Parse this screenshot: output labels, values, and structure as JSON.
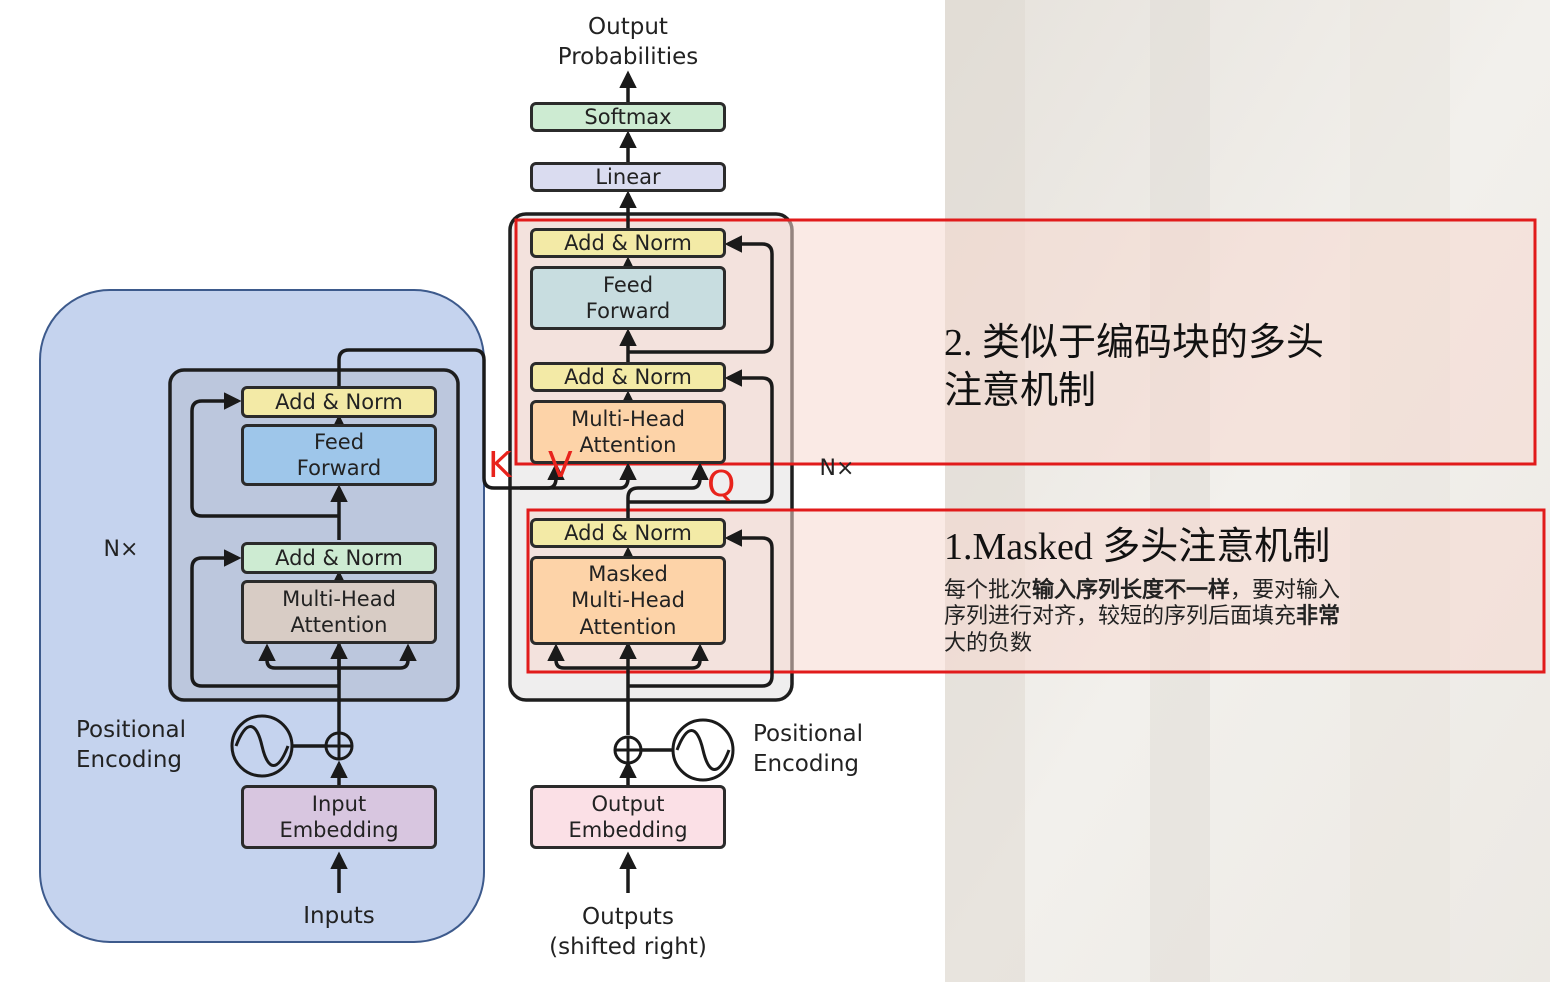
{
  "colors": {
    "encoder_panel": "#c5d3ee",
    "add_norm": "#f3eaa6",
    "feed_forward_enc": "#9ec6ea",
    "feed_forward_dec": "#c8dde0",
    "attention_enc": "#d8ccc5",
    "attention_dec": "#fdd3a8",
    "embedding_in": "#d8c6e0",
    "embedding_out": "#fbe0e6",
    "softmax": "#cdebd2",
    "linear": "#dadcf0",
    "highlight_red": "#e11b1b"
  },
  "encoder": {
    "nx": "N×",
    "add_norm_top": "Add & Norm",
    "feed_forward": "Feed\nForward",
    "add_norm_bottom": "Add & Norm",
    "attention": "Multi-Head\nAttention",
    "positional_encoding": "Positional\nEncoding",
    "embedding": "Input\nEmbedding",
    "inputs": "Inputs"
  },
  "decoder": {
    "nx": "N×",
    "output_probabilities": "Output\nProbabilities",
    "softmax": "Softmax",
    "linear": "Linear",
    "add_norm_1": "Add & Norm",
    "feed_forward": "Feed\nForward",
    "add_norm_2": "Add & Norm",
    "attention": "Multi-Head\nAttention",
    "add_norm_3": "Add & Norm",
    "masked_attention": "Masked\nMulti-Head\nAttention",
    "positional_encoding": "Positional\nEncoding",
    "embedding": "Output\nEmbedding",
    "outputs": "Outputs\n(shifted right)"
  },
  "labels": {
    "k": "K",
    "v": "V",
    "q": "Q"
  },
  "notes": {
    "note2_title": "2. 类似于编码块的多头\n注意机制",
    "note1_title": "1.Masked 多头注意机制",
    "note1_body_1": "每个批次",
    "note1_body_2": "输入序列长度不一样",
    "note1_body_3": "，要对输入",
    "note1_body_4": "序列进行对齐，较短的序列后面填充",
    "note1_body_5": "非常",
    "note1_body_6": "大的负数"
  }
}
